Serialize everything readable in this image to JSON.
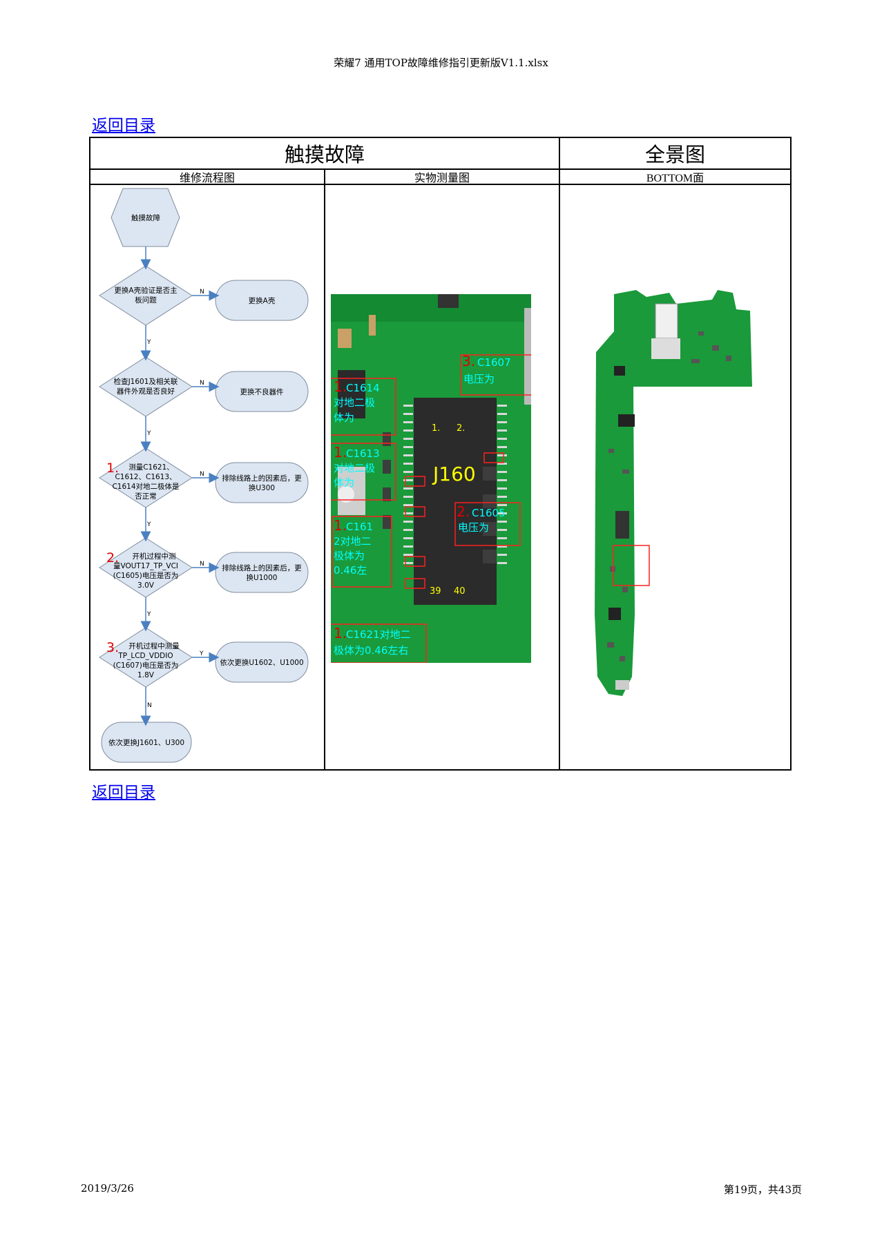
{
  "header": {
    "file_title": "荣耀7 通用TOP故障维修指引更新版V1.1.xlsx"
  },
  "links": {
    "back_top": "返回目录",
    "back_bottom": "返回目录"
  },
  "table": {
    "title_left": "触摸故障",
    "title_right": "全景图",
    "col1": "维修流程图",
    "col2": "实物测量图",
    "col3": "BOTTOM面"
  },
  "flow": {
    "start": "触摸故障",
    "d1": [
      "更换A壳验证是否主",
      "板问题"
    ],
    "d2": [
      "检查J1601及相关联",
      "器件外观是否良好"
    ],
    "d3": [
      "测量C1621、",
      "C1612、C1613、",
      "C1614对地二极体是",
      "否正常"
    ],
    "d4": [
      "开机过程中测",
      "量VOUT17_TP_VCI",
      "(C1605)电压是否为",
      "3.0V"
    ],
    "d5": [
      "开机过程中测量",
      "TP_LCD_VDDIO",
      "(C1607)电压是否为",
      "1.8V"
    ],
    "a1": "更换A壳",
    "a2": "更换不良器件",
    "a3": [
      "排除线路上的因素后，更",
      "换U300"
    ],
    "a4": [
      "排除线路上的因素后，更",
      "换U1000"
    ],
    "a5": "依次更换U1602、U1000",
    "end": "依次更换J1601、U300",
    "num1": "1.",
    "num2": "2.",
    "num3": "3.",
    "N": "N",
    "Y": "Y"
  },
  "photo": {
    "connector": "J160",
    "pin1": "1.",
    "pin2": "2.",
    "pin39": "39",
    "pin40": "40",
    "c1607_num": "3.",
    "c1607": [
      "C1607",
      "电压为"
    ],
    "c1614_num": "1.",
    "c1614": [
      "C1614",
      "对地二极",
      "体为"
    ],
    "c1613_num": "1.",
    "c1613": [
      "C1613",
      "对地二极",
      "体为"
    ],
    "c1605_num": "2.",
    "c1605": [
      "C1605",
      "电压为"
    ],
    "c1612_num": "1.",
    "c1612": [
      "C161",
      "2对地二",
      "极体为",
      "0.46左"
    ],
    "c1621_num": "1.",
    "c1621": [
      "C1621对地二",
      "极体为0.46左右"
    ]
  },
  "footer": {
    "date": "2019/3/26",
    "page": "第19页，共43页"
  },
  "colors": {
    "board": "#1a9a3a",
    "flow_fill": "#dce6f2",
    "flow_stroke": "#7f8c9d",
    "arrow": "#4a7fc1",
    "annot": "#00ffff",
    "box": "#ff2020"
  }
}
